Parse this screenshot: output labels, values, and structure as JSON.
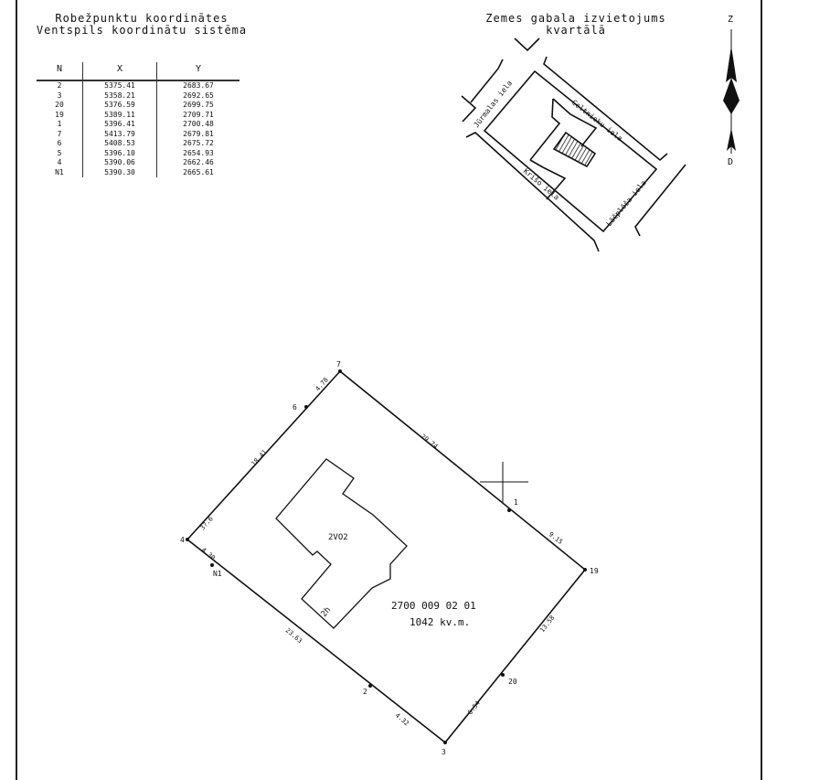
{
  "coordinates": {
    "title_line1": "Robežpunktu koordinātes",
    "title_line2": "Ventspils koordinātu sistēma",
    "headers": [
      "N",
      "X",
      "Y"
    ],
    "rows": [
      [
        "2",
        "5375.41",
        "2683.67"
      ],
      [
        "3",
        "5358.21",
        "2692.65"
      ],
      [
        "20",
        "5376.59",
        "2699.75"
      ],
      [
        "19",
        "5389.11",
        "2709.71"
      ],
      [
        "1",
        "5396.41",
        "2700.48"
      ],
      [
        "7",
        "5413.79",
        "2679.81"
      ],
      [
        "6",
        "5408.53",
        "2675.72"
      ],
      [
        "5",
        "5396.10",
        "2654.93"
      ],
      [
        "4",
        "5390.06",
        "2662.46"
      ],
      [
        "N1",
        "5390.30",
        "2665.61"
      ]
    ]
  },
  "location": {
    "title_line1": "Zemes gabala izvietojums",
    "title_line2": "kvartālā",
    "streets": [
      "Jūrmalas iela",
      "Celtnieku iela",
      "Krišo iela",
      "Lāčplēša iela"
    ]
  },
  "north_arrow": {
    "top": "Z",
    "bottom": "D"
  },
  "plot": {
    "cadastral_number": "2700 009 02 01",
    "area": "1042 kv.m.",
    "building_label": "2VO2",
    "building_floors": "2h",
    "points": [
      "7",
      "6",
      "4",
      "N1",
      "2",
      "3",
      "20",
      "19",
      "1"
    ],
    "segment_lengths": [
      "4.78",
      "18.41",
      "3?.6",
      "4.30",
      "29.74",
      "9.15",
      "13.58",
      "6.54",
      "4.32",
      "23.63"
    ]
  }
}
